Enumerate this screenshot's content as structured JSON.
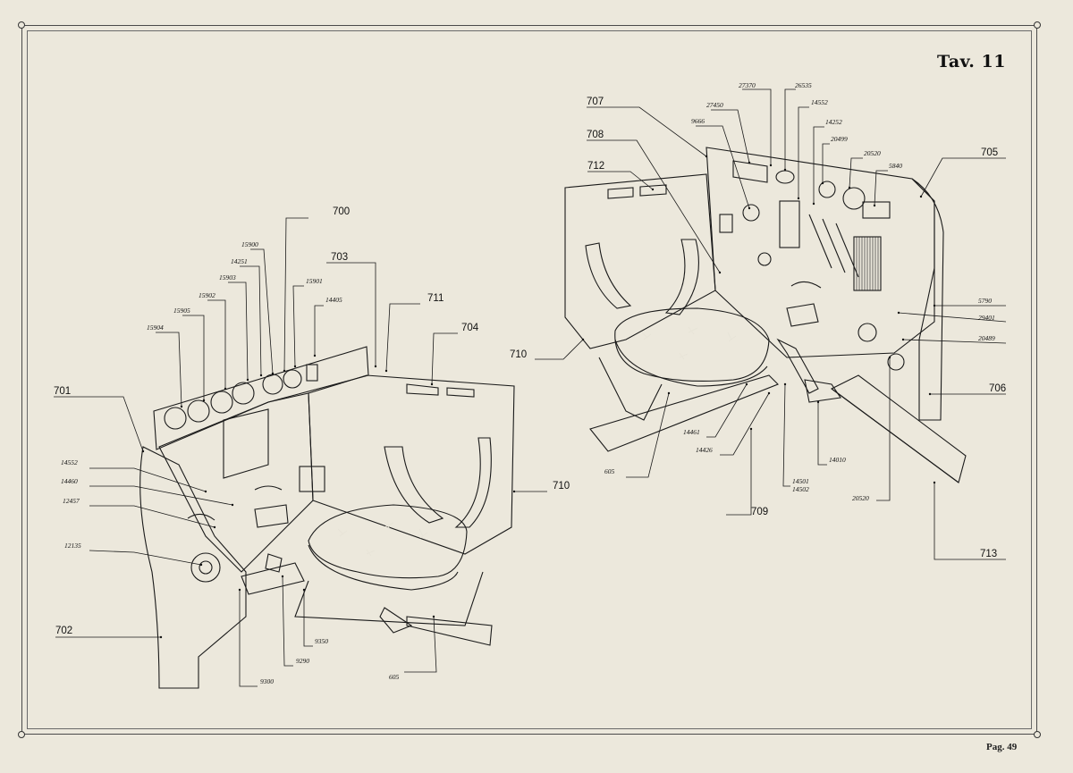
{
  "plate_label": "Tav. 11",
  "page_number": "Pag. 49",
  "left_view": {
    "labels": [
      "700",
      "701",
      "702",
      "703",
      "704",
      "710",
      "711",
      "605",
      "15900",
      "14251",
      "15903",
      "15902",
      "15905",
      "15904",
      "15901",
      "14405",
      "14552",
      "14460",
      "12457",
      "12135",
      "9300",
      "9290",
      "9350"
    ]
  },
  "right_view": {
    "labels": [
      "705",
      "706",
      "707",
      "708",
      "709",
      "710",
      "712",
      "713",
      "605",
      "27370",
      "26535",
      "27450",
      "9666",
      "14552",
      "14252",
      "20499",
      "20520",
      "5840",
      "5790",
      "29401",
      "20489",
      "14461",
      "14426",
      "14501",
      "14502",
      "14010",
      "20520"
    ]
  }
}
